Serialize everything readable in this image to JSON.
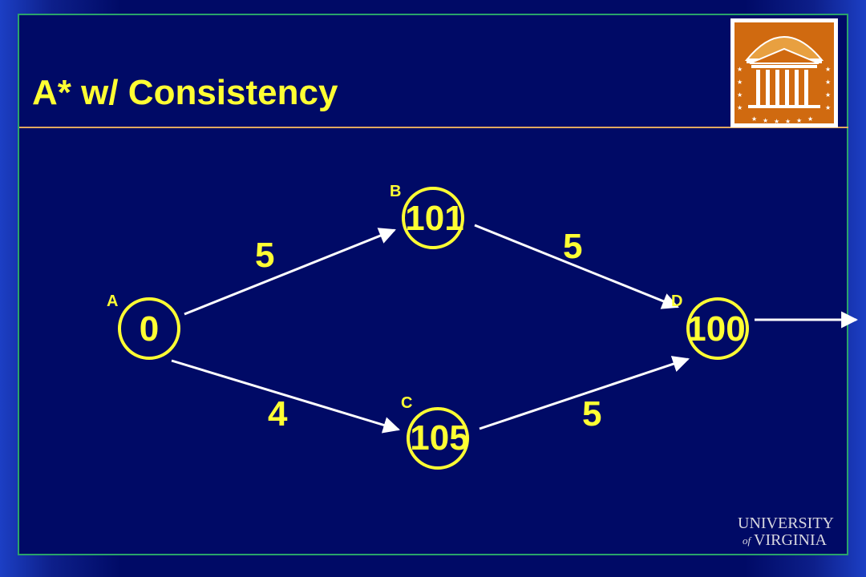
{
  "slide": {
    "title": "A* w/ Consistency"
  },
  "colors": {
    "background": "#000a66",
    "accent": "#ffff33",
    "edge": "#ffffff",
    "frame": "#2aa36a",
    "rule": "#e0a860"
  },
  "graph": {
    "nodes": [
      {
        "id": "A",
        "label": "A",
        "value": "0"
      },
      {
        "id": "B",
        "label": "B",
        "value": "101"
      },
      {
        "id": "C",
        "label": "C",
        "value": "105"
      },
      {
        "id": "D",
        "label": "D",
        "value": "100"
      }
    ],
    "edges": [
      {
        "from": "A",
        "to": "B",
        "weight": "5"
      },
      {
        "from": "A",
        "to": "C",
        "weight": "4"
      },
      {
        "from": "B",
        "to": "D",
        "weight": "5"
      },
      {
        "from": "C",
        "to": "D",
        "weight": "5"
      }
    ]
  },
  "logos": {
    "rotunda": "rotunda-logo",
    "wordmark": "university-of-virginia-wordmark",
    "wordmark_text": {
      "line1": "UNIVERSITY",
      "of": "of",
      "line2": "VIRGINIA"
    }
  }
}
